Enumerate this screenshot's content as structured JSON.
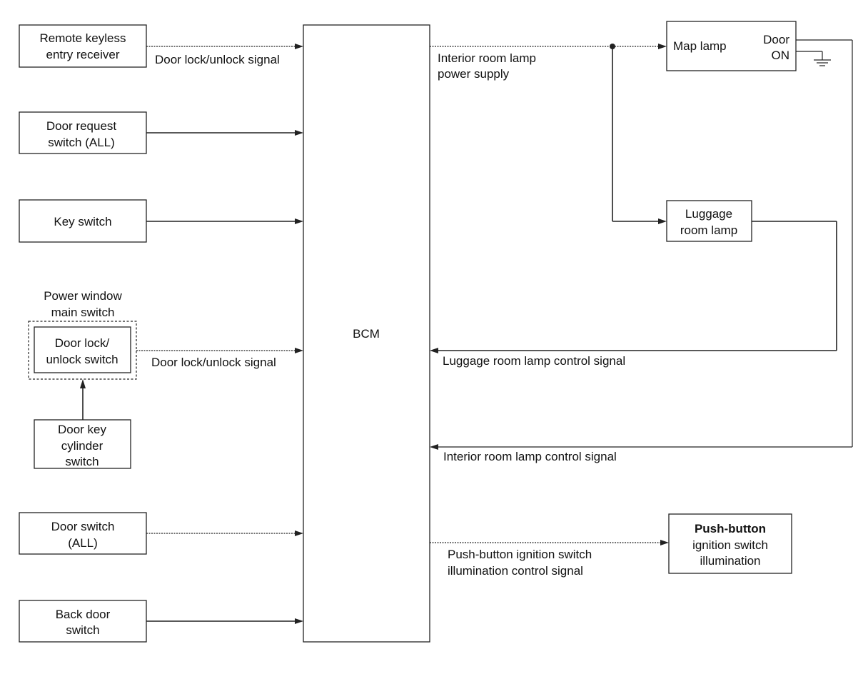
{
  "inputs": {
    "remote_keyless": [
      "Remote keyless",
      "entry receiver"
    ],
    "door_request": [
      "Door request",
      "switch (ALL)"
    ],
    "key_switch": [
      "Key switch"
    ],
    "power_window_title": [
      "Power window",
      "main switch"
    ],
    "door_lock_unlock_switch": [
      "Door lock/",
      "unlock switch"
    ],
    "door_key_cylinder": [
      "Door key",
      "cylinder",
      "switch"
    ],
    "door_switch": [
      "Door switch",
      "(ALL)"
    ],
    "back_door": [
      "Back door",
      "switch"
    ]
  },
  "signals": {
    "door_lock_unlock_1": "Door lock/unlock signal",
    "door_lock_unlock_2": "Door lock/unlock signal",
    "interior_power": [
      "Interior room lamp",
      "power supply"
    ],
    "luggage_control": "Luggage room lamp control signal",
    "interior_control": "Interior room lamp control signal",
    "push_button_control": [
      "Push-button ignition switch",
      "illumination control signal"
    ]
  },
  "bcm": {
    "label": "BCM"
  },
  "outputs": {
    "map_lamp": "Map lamp",
    "door_on": [
      "Door",
      "ON"
    ],
    "luggage_lamp": [
      "Luggage",
      "room lamp"
    ],
    "push_button_illum": [
      "Push-button",
      "ignition switch",
      "illumination"
    ]
  }
}
